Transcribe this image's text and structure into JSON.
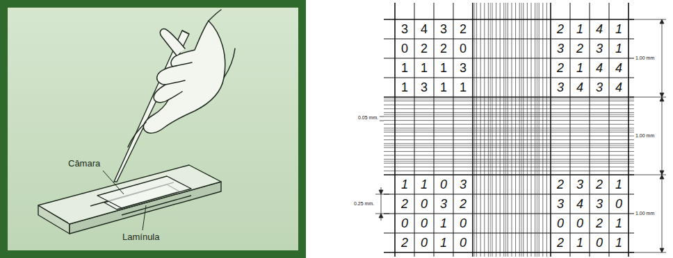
{
  "diagram": {
    "labels": [
      "Câmara",
      "Lamínula",
      "3",
      "4",
      "3",
      "2",
      "2",
      "1",
      "4",
      "1",
      "0",
      "2",
      "2",
      "0",
      "3",
      "2",
      "3",
      "1",
      "1",
      "1",
      "1",
      "3",
      "2",
      "1",
      "4",
      "4",
      "1",
      "3",
      "1",
      "1",
      "3",
      "4",
      "3",
      "4",
      "1",
      "1",
      "0",
      "3",
      "2",
      "3",
      "2",
      "1",
      "2",
      "0",
      "3",
      "2",
      "3",
      "4",
      "3",
      "0",
      "0",
      "0",
      "1",
      "0",
      "0",
      "0",
      "2",
      "1",
      "2",
      "0",
      "1",
      "0",
      "2",
      "1",
      "0",
      "1",
      "1.00 mm",
      "1.00 mm",
      "1.00 mm",
      "0.05 mm.",
      "0.25 mm."
    ]
  }
}
